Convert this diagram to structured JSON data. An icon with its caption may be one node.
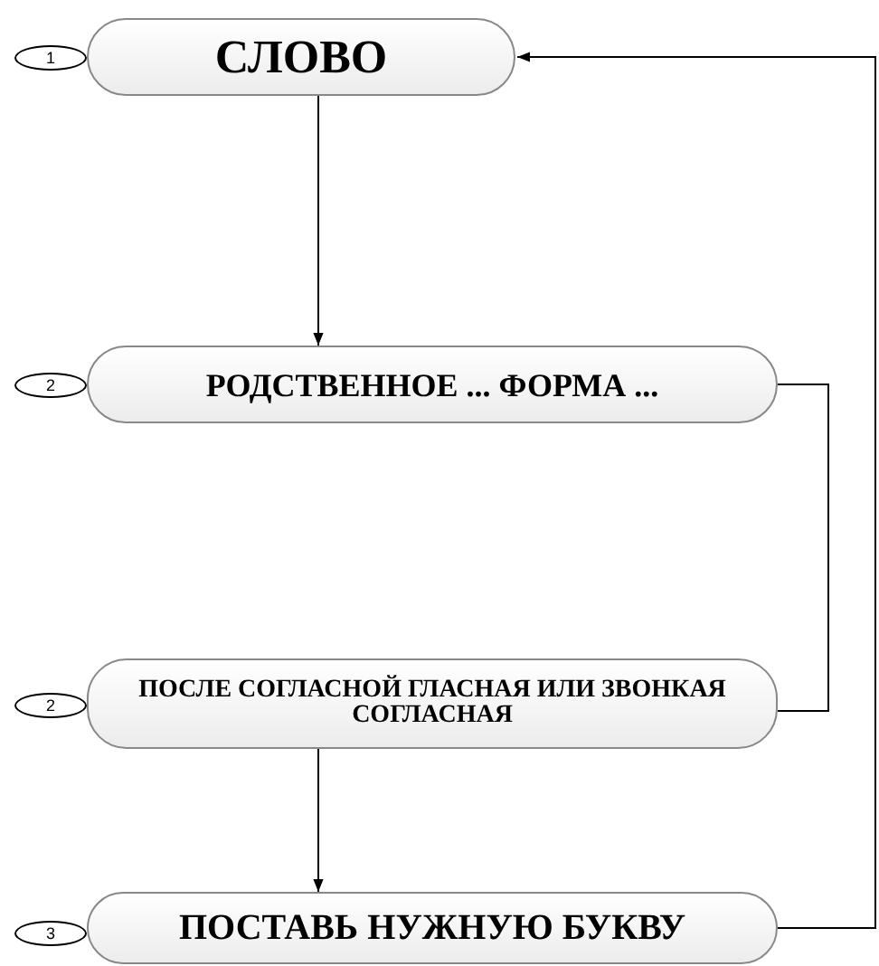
{
  "diagram": {
    "nodes": [
      {
        "text": [
          "1"
        ]
      },
      {
        "text": [
          "СЛОВО"
        ]
      },
      {
        "text": [
          "2"
        ]
      },
      {
        "text": [
          "РОДСТВЕННОЕ ... ФОРМА ..."
        ]
      },
      {
        "text": [
          "2"
        ]
      },
      {
        "text": [
          "ПОСЛЕ СОГЛАСНОЙ ГЛАСНАЯ ИЛИ ЗВОНКАЯ СОГЛАСНАЯ"
        ]
      },
      {
        "text": [
          "3"
        ]
      },
      {
        "text": [
          "ПОСТАВЬ НУЖНУЮ БУКВУ"
        ]
      }
    ],
    "edges": [
      {
        "from": 1,
        "to": 3,
        "arrow": "to"
      },
      {
        "from": 3,
        "to": 5,
        "arrow": "none"
      },
      {
        "from": 5,
        "to": 7,
        "arrow": "to"
      },
      {
        "from": 7,
        "to": 1,
        "arrow": "to"
      }
    ]
  }
}
